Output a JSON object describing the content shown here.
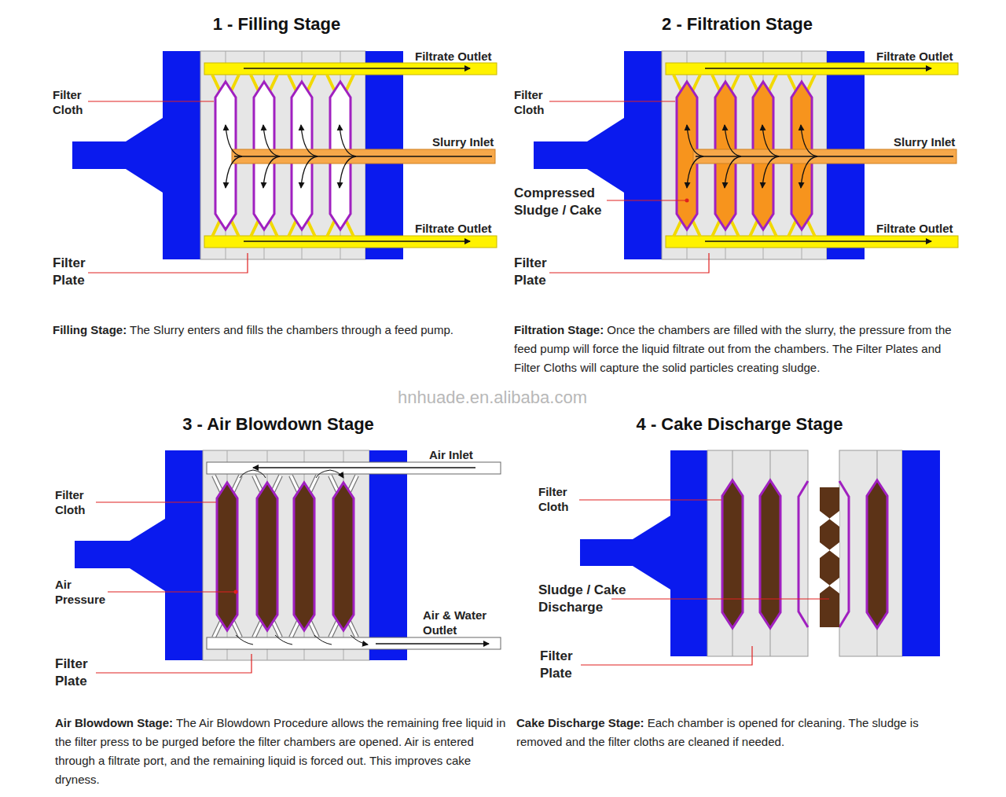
{
  "diagram": {
    "nodes": [
      {
        "text": [
          "1 - Filling Stage",
          "Filling Stage: The Slurry enters and fills the chambers through a feed pump."
        ]
      },
      {
        "text": [
          "2 - Filtration Stage",
          "Filtration Stage: Once the chambers are filled with the slurry, the pressure from the feed pump will force the liquid filtrate out from the chambers. The Filter Plates and Filter Cloths will capture the solid particles creating sludge."
        ]
      },
      {
        "text": [
          "3 - Air Blowdown Stage",
          "Air Blowdown Stage: The Air Blowdown Procedure allows the remaining free liquid in the filter press to be purged before the filter chambers are opened. Air is entered through a filtrate port, and the remaining liquid is forced out. This improves cake dryness."
        ]
      },
      {
        "text": [
          "4 - Cake Discharge Stage",
          "Cake Discharge Stage: Each chamber is opened for cleaning. The sludge is removed and the filter cloths are cleaned if needed."
        ]
      }
    ],
    "labels": [
      "Filter Cloth",
      "Filtrate Outlet",
      "Slurry Inlet",
      "Filtrate Outlet",
      "Filter Plate",
      "Filter Cloth",
      "Compressed Sludge / Cake",
      "Filtrate Outlet",
      "Slurry Inlet",
      "Filtrate Outlet",
      "Filter Plate",
      "Air Inlet",
      "Filter Cloth",
      "Air Pressure",
      "Air & Water Outlet",
      "Filter Plate",
      "Filter Cloth",
      "Sludge / Cake Discharge",
      "Filter Plate",
      "hnhuade.en.alibaba.com"
    ]
  }
}
